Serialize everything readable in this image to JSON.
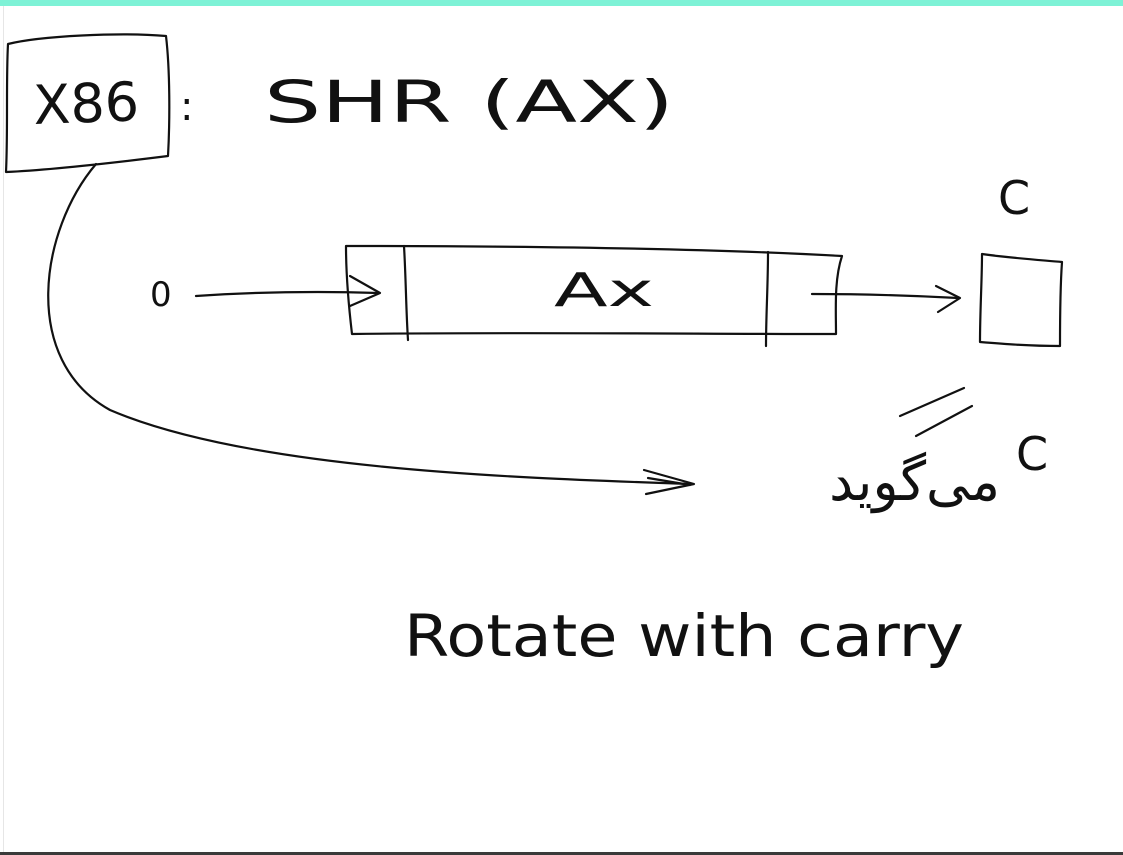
{
  "colors": {
    "accent_top_bar": "#7ef2d6",
    "bottom_bar": "#3a3a3a",
    "ink": "#111111",
    "background": "#ffffff"
  },
  "diagram": {
    "box_label": "X86",
    "instruction_separator": ":",
    "instruction": "SHR (AX)",
    "input_bit": "0",
    "register_label": "Ax",
    "carry_label": "C",
    "lost_bit_note_persian": "می‌گو‌ید",
    "lost_bit_note_carry": "C",
    "caption": "Rotate with carry"
  }
}
